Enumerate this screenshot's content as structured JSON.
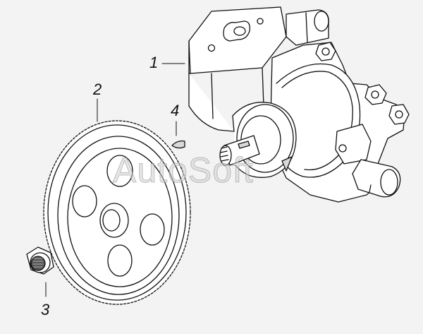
{
  "callouts": [
    {
      "label": "1"
    },
    {
      "label": "2"
    },
    {
      "label": "3"
    },
    {
      "label": "4"
    }
  ],
  "watermark": "AutoSoft",
  "colors": {
    "line": "#111111",
    "paper": "#f3f3f3",
    "fill": "#ffffff",
    "shade": "#d9d9d9"
  }
}
